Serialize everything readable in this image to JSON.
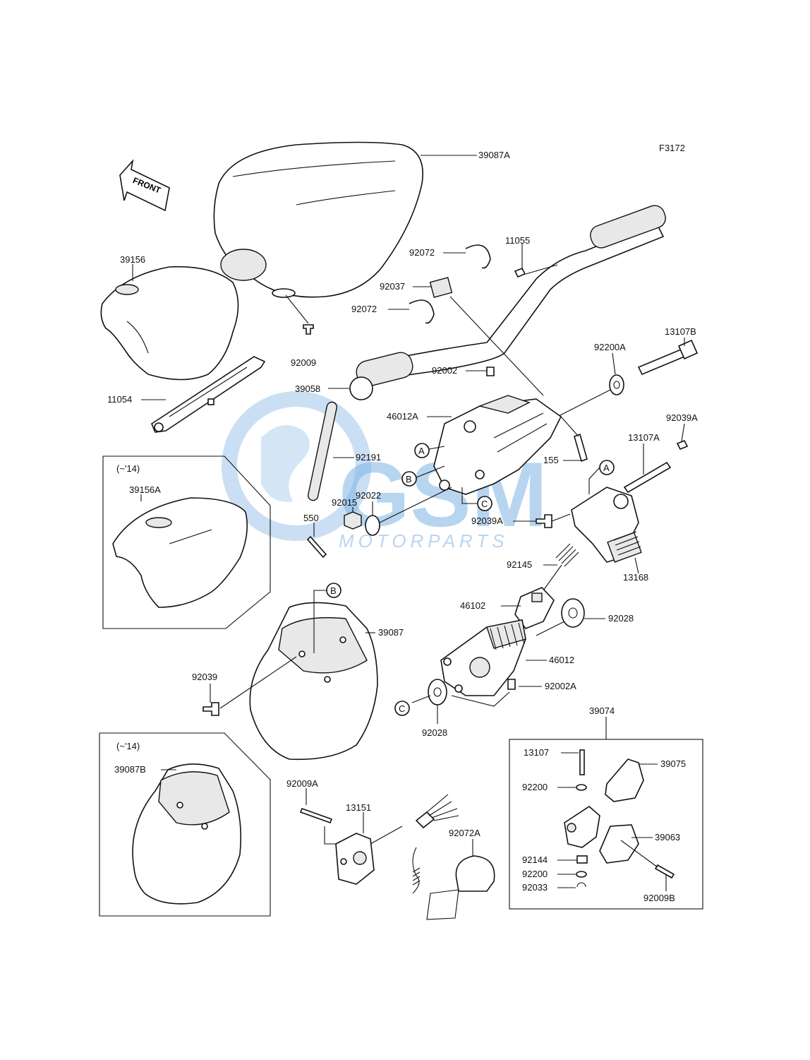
{
  "figure_code": "F3172",
  "front_label": "FRONT",
  "watermark": {
    "brand": "GSM",
    "sub": "MOTORPARTS"
  },
  "variant_note": "(~'14)",
  "callouts": {
    "a": "A",
    "b": "B",
    "c": "C"
  },
  "parts": {
    "p39087A": "39087A",
    "p39156": "39156",
    "p92072_top": "92072",
    "p11055": "11055",
    "p92037": "92037",
    "p92072_mid": "92072",
    "p13107B": "13107B",
    "p92009": "92009",
    "p92200A": "92200A",
    "p92002": "92002",
    "p11054": "11054",
    "p39058": "39058",
    "p92039A_top": "92039A",
    "p46012A": "46012A",
    "p13107A": "13107A",
    "p92191": "92191",
    "p155": "155",
    "p39156A": "39156A",
    "p92022": "92022",
    "p92015": "92015",
    "p550": "550",
    "p92039A_mid": "92039A",
    "p13168": "13168",
    "p92145": "92145",
    "p46102": "46102",
    "p92028_right": "92028",
    "p39087": "39087",
    "p46012": "46012",
    "p92039": "92039",
    "p92002A": "92002A",
    "p92028_bottom": "92028",
    "p39074": "39074",
    "p39087B": "39087B",
    "p13107": "13107",
    "p39075": "39075",
    "p92009A": "92009A",
    "p92200_a": "92200",
    "p13151": "13151",
    "p92072A": "92072A",
    "p39063": "39063",
    "p92144": "92144",
    "p92200_b": "92200",
    "p92033": "92033",
    "p92009B": "92009B"
  }
}
